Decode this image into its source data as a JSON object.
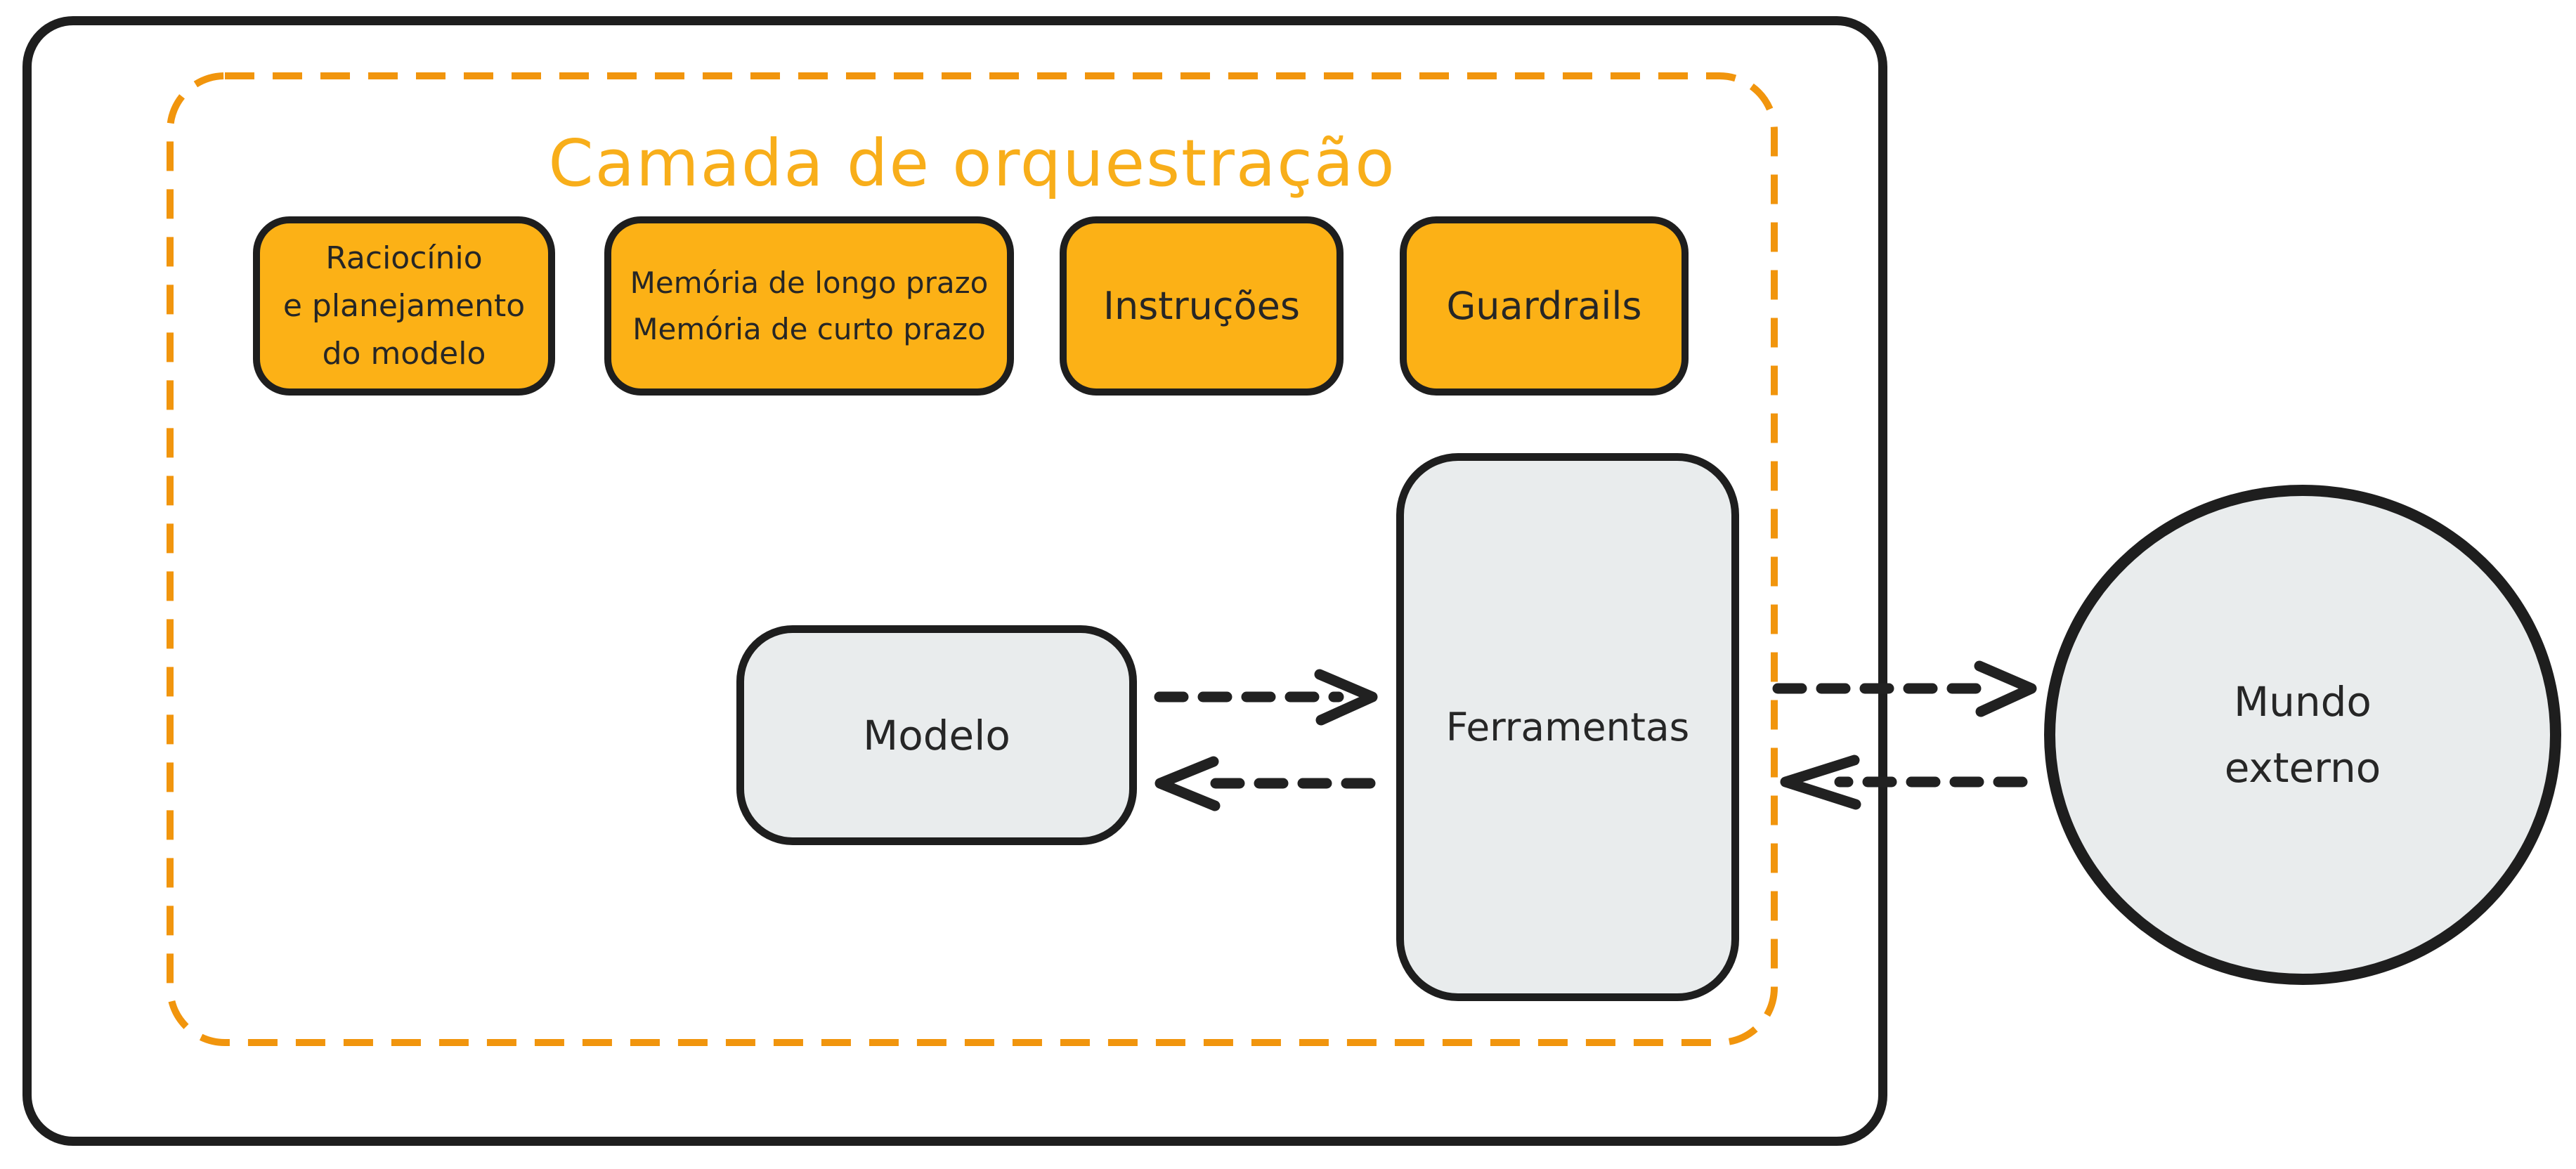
{
  "colors": {
    "ink": "#1e1e1e",
    "accent_orange": "#f1950d",
    "title_gold": "#f8ae1a",
    "amber_fill": "#fcb116",
    "gray_fill": "#e9eced"
  },
  "orchestration": {
    "title": "Camada de orquestração",
    "boxes": [
      {
        "id": "reasoning",
        "label": "Raciocínio\ne planejamento\ndo modelo"
      },
      {
        "id": "memory",
        "label": "Memória de longo prazo\nMemória de curto prazo"
      },
      {
        "id": "instructions",
        "label": "Instruções"
      },
      {
        "id": "guardrails",
        "label": "Guardrails"
      }
    ]
  },
  "nodes": {
    "model": {
      "label": "Modelo"
    },
    "tools": {
      "label": "Ferramentas"
    },
    "external_world": {
      "label": "Mundo\nexterno"
    }
  },
  "arrows": [
    {
      "from": "Modelo",
      "to": "Ferramentas",
      "style": "dashed"
    },
    {
      "from": "Ferramentas",
      "to": "Modelo",
      "style": "dashed"
    },
    {
      "from": "Ferramentas",
      "to": "Mundo externo",
      "style": "dashed"
    },
    {
      "from": "Mundo externo",
      "to": "Ferramentas",
      "style": "dashed"
    }
  ]
}
